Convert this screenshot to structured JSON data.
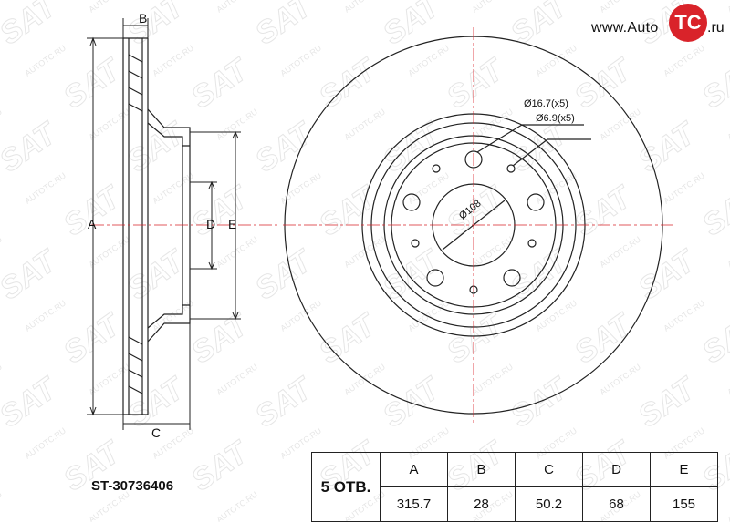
{
  "part_number": "ST-30736406",
  "logo": {
    "prefix": "www.Auto",
    "badge": "TC",
    "suffix": ".ru"
  },
  "watermarks": {
    "brand": "SAT",
    "site": "AUTOTC.RU"
  },
  "dimension_labels": {
    "a": "A",
    "b": "B",
    "c": "C",
    "d": "D",
    "e": "E"
  },
  "hole_labels": {
    "large": "Ø16.7(x5)",
    "small": "Ø6.9(x5)",
    "pcd": "Ø108"
  },
  "spec_table": {
    "bolt_label": "5 ОТВ.",
    "headers": [
      "A",
      "B",
      "C",
      "D",
      "E"
    ],
    "values": [
      "315.7",
      "28",
      "50.2",
      "68",
      "155"
    ]
  },
  "colors": {
    "line": "#222222",
    "centerline": "#d9232a",
    "watermark": "#e6e6e6",
    "badge": "#d9232a"
  }
}
